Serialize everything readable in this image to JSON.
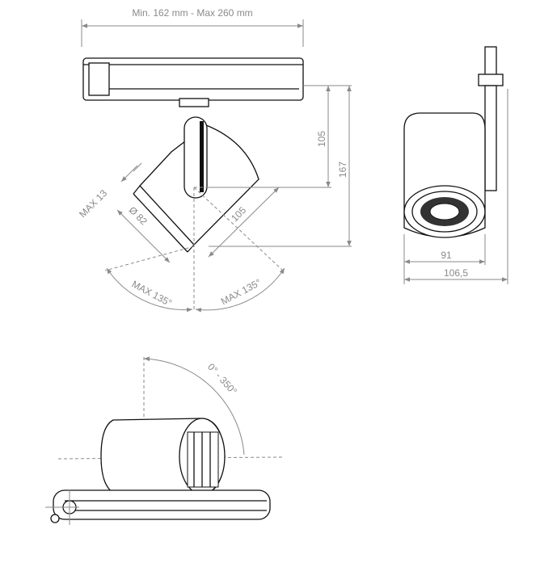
{
  "drawing": {
    "top_width_range": "Min. 162 mm - Max 260 mm",
    "side_height_head": "105",
    "side_height_total": "167",
    "lens_offset": "MAX 13",
    "diameter": "Ø 82",
    "head_length": "105",
    "tilt_left": "MAX 135°",
    "tilt_right": "MAX 135°",
    "front_width": "91",
    "front_total_width": "106,5",
    "rotation_range": "0° - 350°"
  }
}
